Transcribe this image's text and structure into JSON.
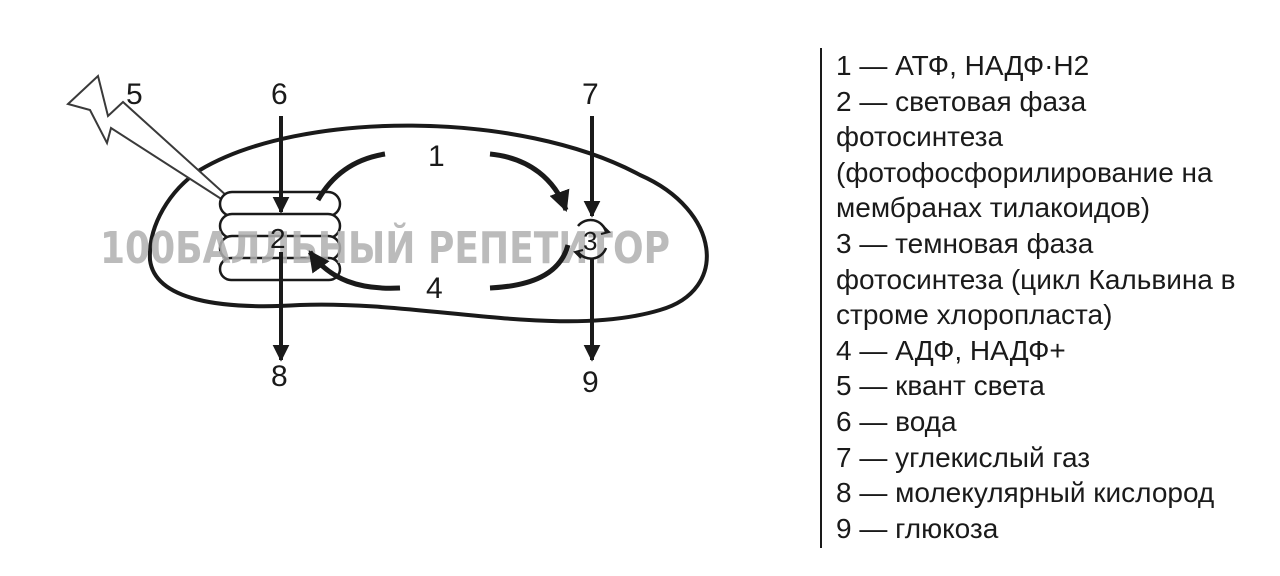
{
  "diagram": {
    "labels": {
      "n1": "1",
      "n2": "2",
      "n3": "3",
      "n4": "4",
      "n5": "5",
      "n6": "6",
      "n7": "7",
      "n8": "8",
      "n9": "9"
    },
    "watermark": "100БАЛЛЬНЫЙ РЕПЕТИТОР",
    "colors": {
      "stroke": "#1a1a1a",
      "watermark": "#b0b0b0",
      "background": "#ffffff"
    }
  },
  "legend": {
    "lines": [
      "1 — АТФ, НАДФ·Н2",
      "2 — световая фаза",
      "фотосинтеза",
      "(фотофосфорилирование на",
      "мембранах тилакоидов)",
      "3 — темновая фаза",
      "фотосинтеза (цикл Кальвина в",
      "строме хлоропласта)",
      "4 — АДФ, НАДФ+",
      "5 — квант света",
      "6 — вода",
      "7 — углекислый газ",
      "8 — молекулярный кислород",
      "9 — глюкоза"
    ]
  }
}
